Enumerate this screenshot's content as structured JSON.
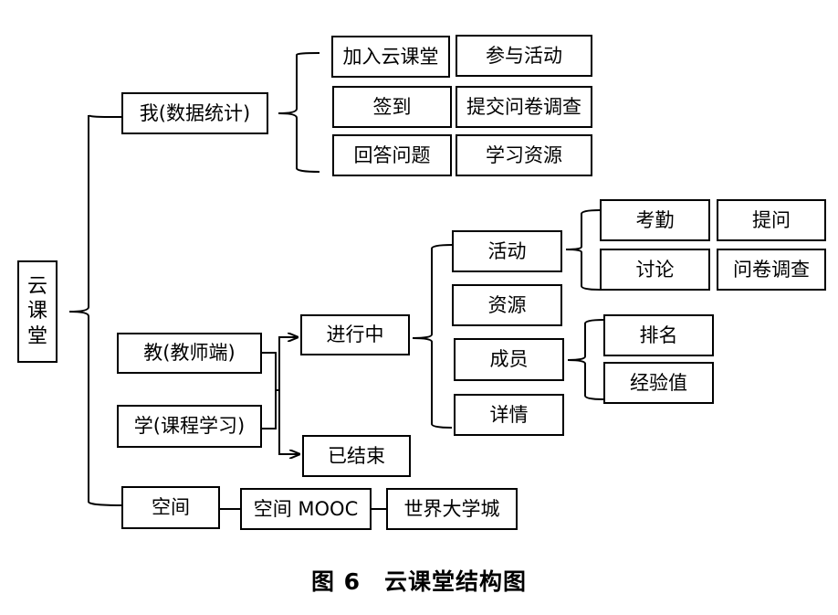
{
  "root": [
    "云",
    "课",
    "堂"
  ],
  "me": {
    "label": "我(数据统计)",
    "items": [
      "加入云课堂",
      "参与活动",
      "签到",
      "提交问卷调查",
      "回答问题",
      "学习资源"
    ]
  },
  "teach": "教(教师端)",
  "learn": "学(课程学习)",
  "in_progress": "进行中",
  "finished": "已结束",
  "activity": {
    "label": "活动",
    "items": [
      "考勤",
      "提问",
      "讨论",
      "问卷调查"
    ]
  },
  "resources": "资源",
  "members": {
    "label": "成员",
    "items": [
      "排名",
      "经验值"
    ]
  },
  "details": "详情",
  "space": {
    "label": "空间",
    "mooc": "空间 MOOC",
    "world": "世界大学城"
  },
  "caption": "图 6　云课堂结构图"
}
